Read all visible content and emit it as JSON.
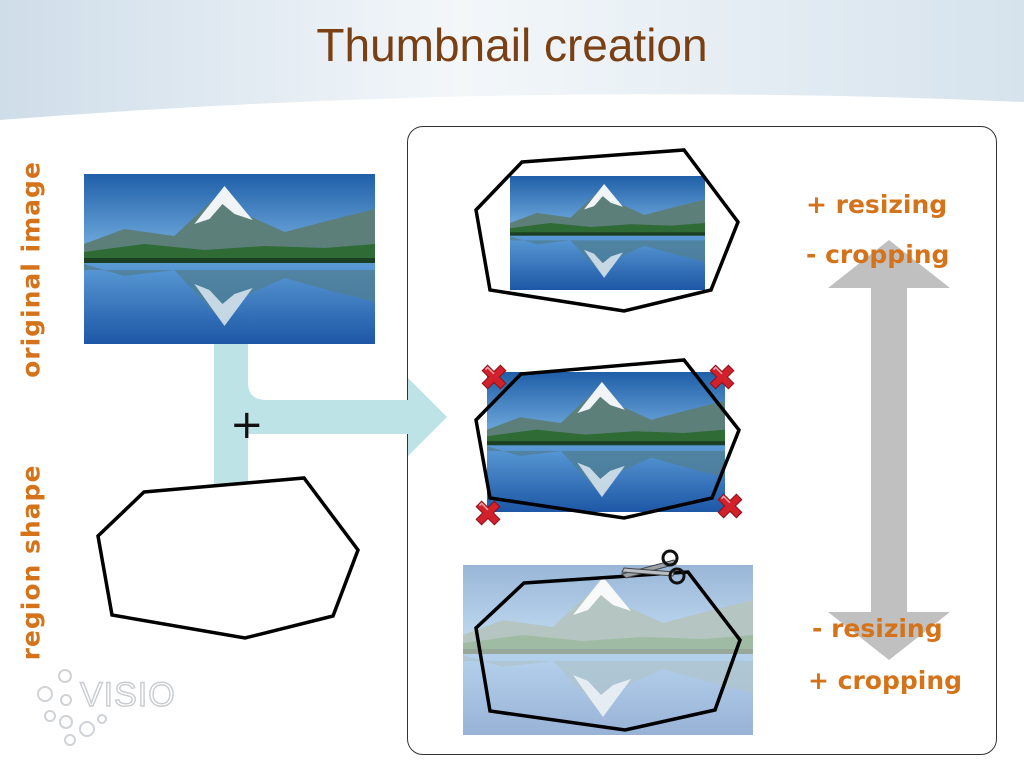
{
  "title": "Thumbnail creation",
  "labels": {
    "original_image": "original image",
    "region_shape": "region shape"
  },
  "operator": "+",
  "notes": {
    "top_line1": "+ resizing",
    "top_line2": "- cropping",
    "bottom_line1": "- resizing",
    "bottom_line2": "+ cropping"
  },
  "logo": {
    "text": "VISIO"
  },
  "colors": {
    "title": "#7a3f12",
    "label": "#d4731a",
    "connector": "#bde3e6",
    "double_arrow": "#c0c0c0",
    "cross": "#d3212c",
    "header": "#dde8f0"
  },
  "icons": [
    "cross-icon",
    "scissors-icon",
    "double-arrow-icon"
  ]
}
